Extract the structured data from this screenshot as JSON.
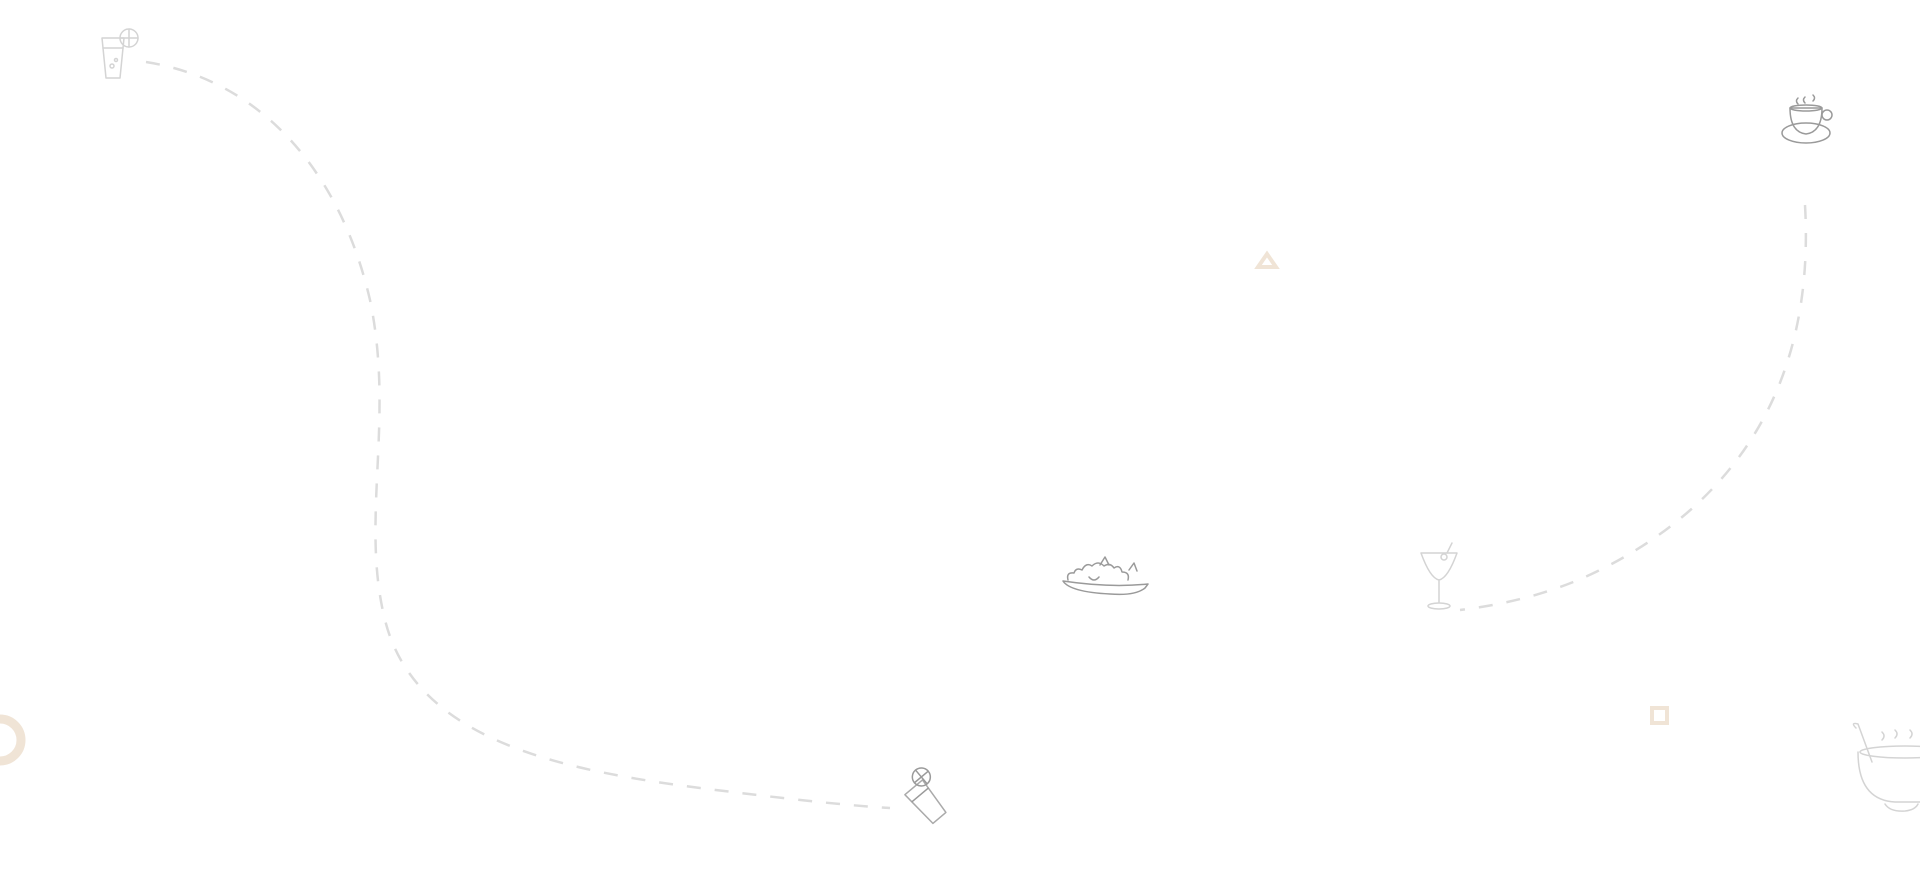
{
  "colors": {
    "background": "#ffffff",
    "path": "#dcdcdc",
    "icon_stroke": "#9a9a9a",
    "accent_shape": "#f0e4d6"
  },
  "icons": [
    "lemonade-glass-icon",
    "coffee-cup-icon",
    "triangle-shape",
    "salad-bowl-icon",
    "cocktail-glass-icon",
    "square-shape",
    "ring-shape",
    "soup-bowl-icon",
    "tilted-lemonade-glass-icon"
  ]
}
